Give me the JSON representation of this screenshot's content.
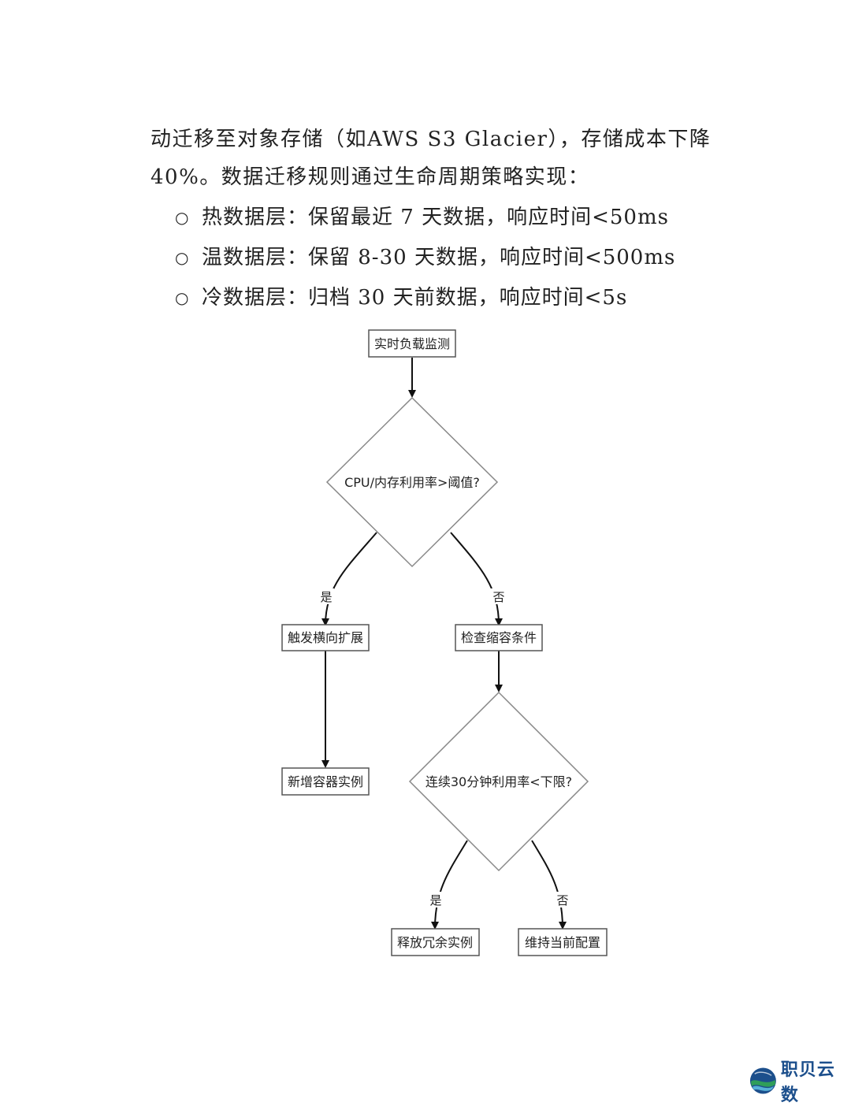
{
  "document": {
    "paragraph_lines": [
      "动迁移至对象存储（如AWS S3 Glacier），存储成本下降",
      "40%。数据迁移规则通过生命周期策略实现："
    ],
    "bullet_marker": "○",
    "bullets": [
      "热数据层：保留最近 7 天数据，响应时间<50ms",
      "温数据层：保留 8-30 天数据，响应时间<500ms",
      "冷数据层：归档 30 天前数据，响应时间<5s"
    ]
  },
  "flowchart": {
    "nodes": {
      "monitor": "实时负载监测",
      "decision_threshold": "CPU/内存利用率>阈值?",
      "scale_out": "触发横向扩展",
      "check_shrink": "检查缩容条件",
      "add_instance": "新增容器实例",
      "decision_low": "连续30分钟利用率<下限?",
      "release": "释放冗余实例",
      "keep": "维持当前配置"
    },
    "edge_labels": {
      "yes1": "是",
      "no1": "否",
      "yes2": "是",
      "no2": "否"
    }
  },
  "logo": {
    "text": "职贝云数",
    "colors": [
      "#1c4f8c",
      "#2f9e5a",
      "#56b0d8"
    ]
  }
}
